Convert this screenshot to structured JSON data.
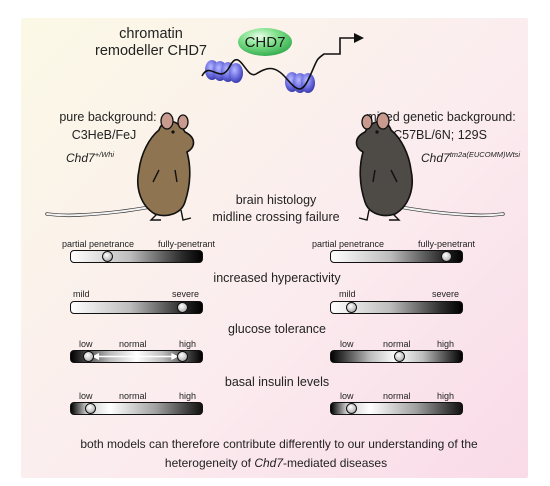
{
  "header": {
    "title_line1": "chromatin",
    "title_line2": "remodeller CHD7",
    "protein_label": "CHD7"
  },
  "left_model": {
    "background_line1": "pure background:",
    "background_line2": "C3HeB/FeJ",
    "gene_base": "Chd7",
    "gene_sup": "+/Whi"
  },
  "right_model": {
    "background_line1": "mixed genetic background:",
    "background_line2": "C57BL/6N; 129S",
    "gene_base": "Chd7",
    "gene_sup": "tm2a(EUCOMM)Wtsi"
  },
  "phenotypes": [
    {
      "title_line1": "brain histology",
      "title_line2": "midline crossing failure",
      "scale_labels": [
        "partial penetrance",
        "fully-penetrant"
      ],
      "left_value": 0.28,
      "right_value": 0.88
    },
    {
      "title_line1": "increased hyperactivity",
      "scale_labels": [
        "mild",
        "severe"
      ],
      "left_value": 0.85,
      "right_value": 0.16
    },
    {
      "title_line1": "glucose tolerance",
      "scale_labels": [
        "low",
        "normal",
        "high"
      ],
      "left_value": 0.13,
      "left_value_range": [
        0.13,
        0.85
      ],
      "right_value": 0.52
    },
    {
      "title_line1": "basal insulin levels",
      "scale_labels": [
        "low",
        "normal",
        "high"
      ],
      "left_value": 0.15,
      "right_value": 0.16
    }
  ],
  "footer": {
    "line1": "both models can therefore contribute differently to our understanding of the",
    "line2_prefix": "heterogeneity of ",
    "line2_gene": "Chd7",
    "line2_suffix": "-mediated diseases"
  },
  "colors": {
    "protein": "#3ec15a",
    "nucleosome": "#6b6de0",
    "left_mouse": "#8f7451",
    "right_mouse": "#4e4a46"
  }
}
